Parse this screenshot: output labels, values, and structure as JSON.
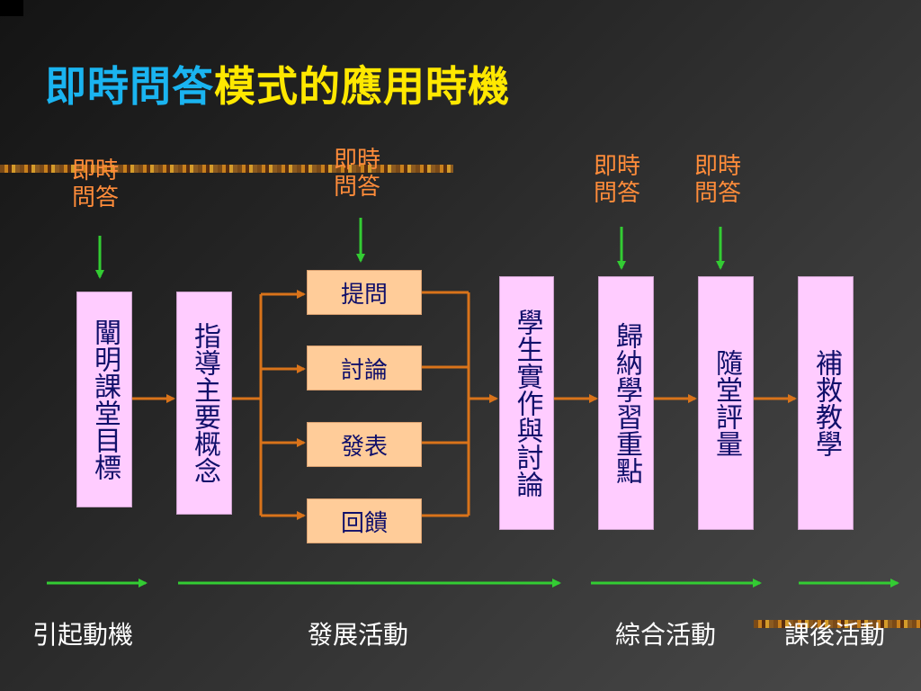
{
  "title": {
    "part1": "即時問答",
    "part2": "模式的應用時機"
  },
  "instant_qa_label": "即時\n問答",
  "steps": [
    {
      "id": "step-clarify-goals",
      "label": "闡明課堂目標"
    },
    {
      "id": "step-guide-concepts",
      "label": "指導主要概念"
    },
    {
      "id": "step-practice-discuss",
      "label": "學生實作與討論"
    },
    {
      "id": "step-summarize",
      "label": "歸納學習重點"
    },
    {
      "id": "step-quiz",
      "label": "隨堂評量"
    },
    {
      "id": "step-remedial",
      "label": "補救教學"
    }
  ],
  "activities": [
    "提問",
    "討論",
    "發表",
    "回饋"
  ],
  "phases": [
    "引起動機",
    "發展活動",
    "綜合活動",
    "課後活動"
  ],
  "colors": {
    "title_blue": "#1ab4f0",
    "title_yellow": "#ffe800",
    "qa_orange": "#ff8c3a",
    "step_pink": "#ffccff",
    "activity_peach": "#ffcc99",
    "connector_orange": "#d9731a",
    "arrow_green": "#33cc33"
  }
}
